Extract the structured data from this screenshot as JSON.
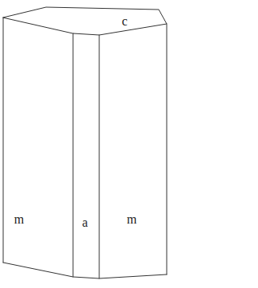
{
  "diagram": {
    "labels": [
      "c",
      "m",
      "a",
      "m"
    ]
  }
}
